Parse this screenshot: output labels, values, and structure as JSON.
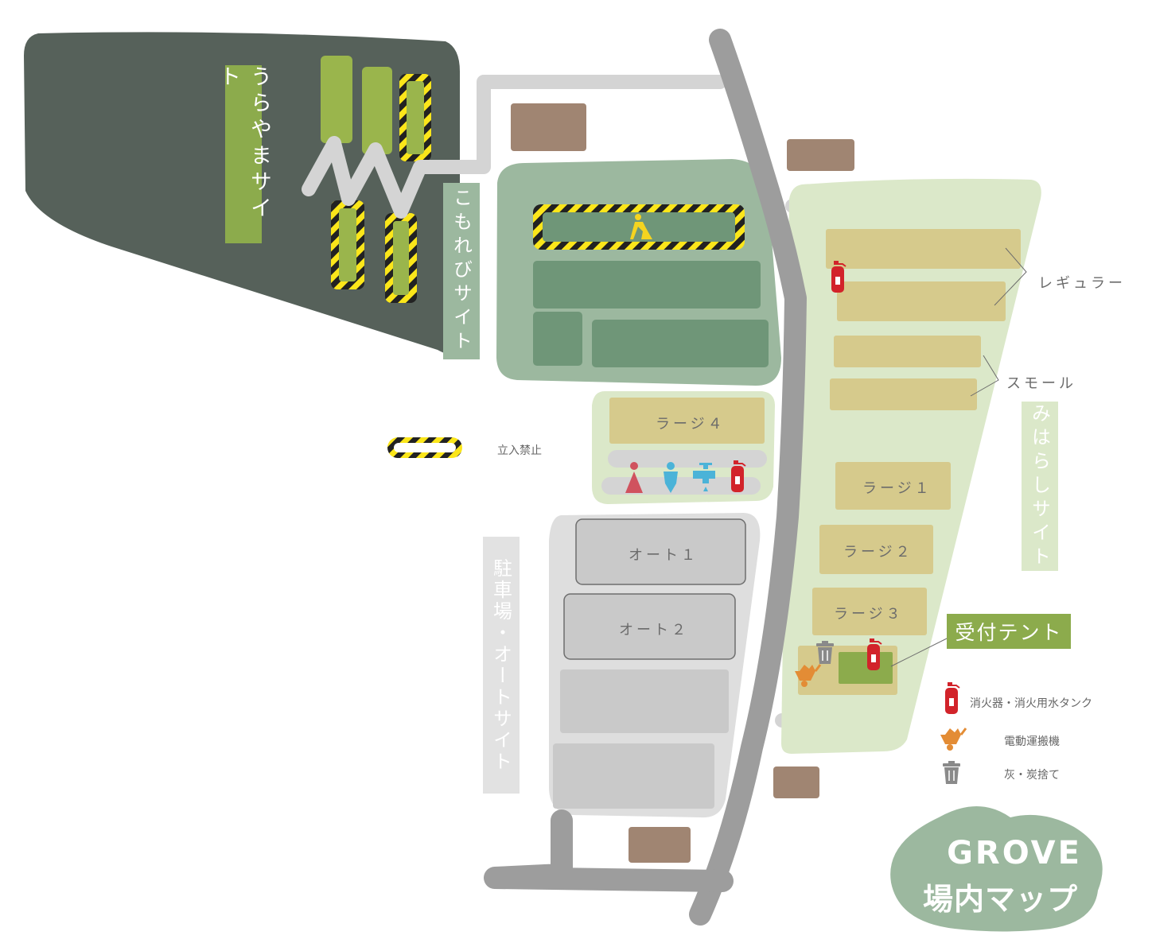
{
  "sites": {
    "urayama": "うらやまサイト",
    "komorebi": "こもれびサイト",
    "miharashi": "みはらしサイト",
    "parking": "駐車場・オートサイト"
  },
  "plots": {
    "regular": "レギュラー",
    "small": "スモール",
    "large1": "ラージ１",
    "large2": "ラージ２",
    "large3": "ラージ３",
    "large4": "ラージ４",
    "auto1": "オート１",
    "auto2": "オート２"
  },
  "reception": "受付テント",
  "legend": {
    "no_entry": "立入禁止",
    "extinguisher": "消火器・消火用水タンク",
    "cart": "電動運搬機",
    "ash": "灰・炭捨て"
  },
  "logo": {
    "line1": "GROVE",
    "line2": "場内マップ"
  },
  "colors": {
    "forest": "#56615a",
    "komorebi_bg": "#9cb89f",
    "komorebi_plot": "#6f9678",
    "miharashi_bg": "#dbe8c9",
    "plot_tan": "#d6ca8c",
    "gray_area": "#dedede",
    "gray_plot": "#c9c9c9",
    "road": "#9d9d9d",
    "path": "#d4d4d4",
    "building": "#a08572",
    "label_green": "#8cab4c",
    "extinguisher_red": "#d2232a",
    "cart_orange": "#e38c35",
    "toilet_red": "#d0525e",
    "toilet_blue": "#4bb3d8",
    "logo_bg": "#9cb89f"
  }
}
